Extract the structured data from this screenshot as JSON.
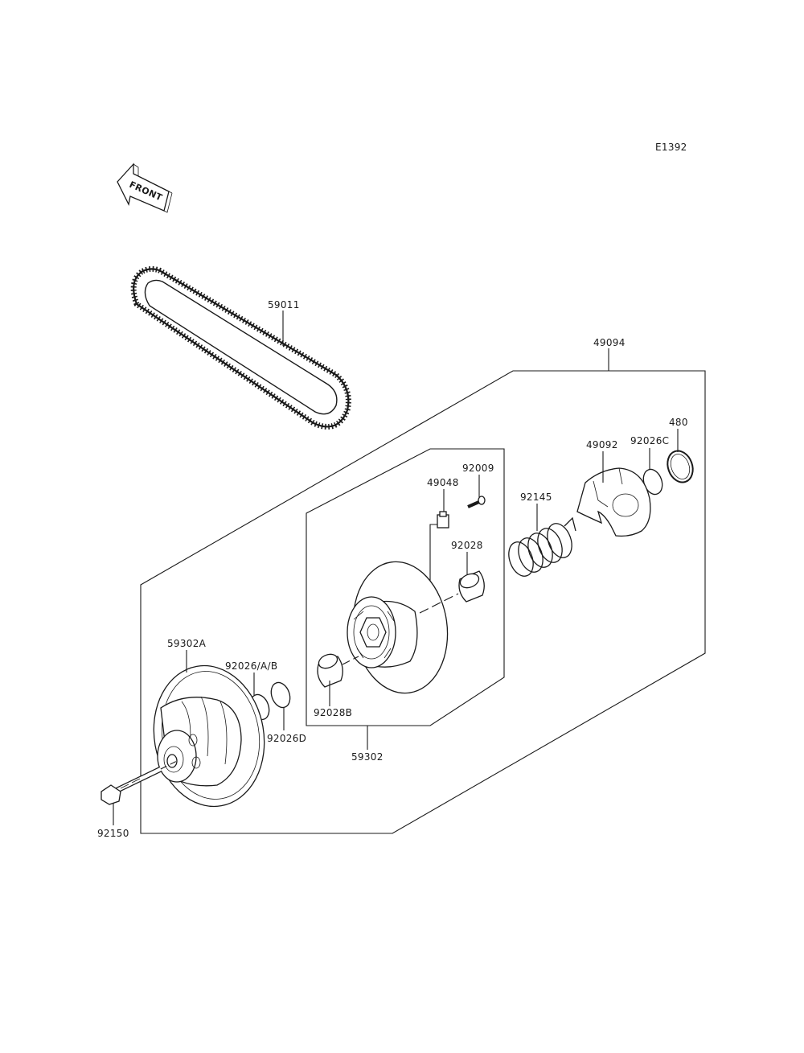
{
  "diagram_code": "E1392",
  "front_arrow_text": "FRONT",
  "labels": {
    "p59011": "59011",
    "p49094": "49094",
    "p480": "480",
    "p49092": "49092",
    "p92026C": "92026C",
    "p92009": "92009",
    "p49048": "49048",
    "p92145": "92145",
    "p92028": "92028",
    "p59302A": "59302A",
    "p92026AB": "92026/A/B",
    "p92026D": "92026D",
    "p92028B": "92028B",
    "p59302": "59302",
    "p92150": "92150"
  }
}
